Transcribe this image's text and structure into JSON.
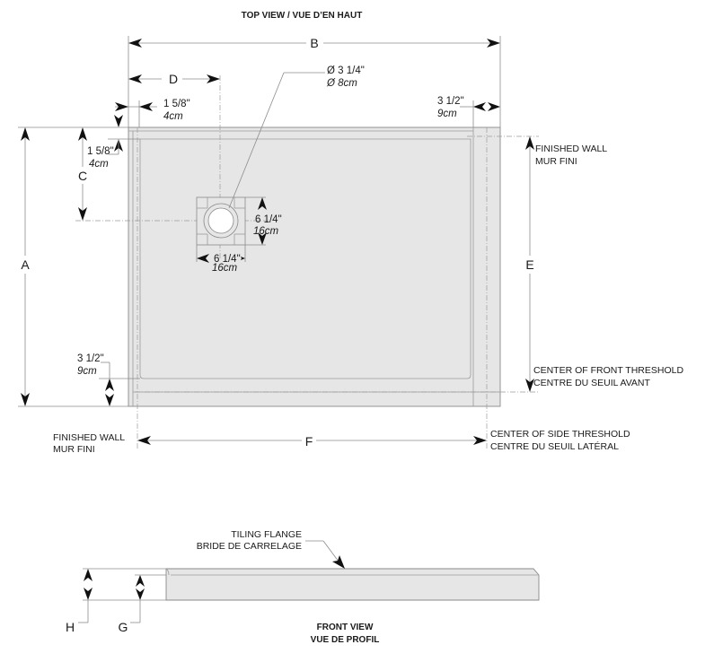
{
  "top_view": {
    "title": "TOP VIEW / VUE D’EN HAUT",
    "dims": {
      "A": "A",
      "B": "B",
      "C": "C",
      "D": "D",
      "E": "E",
      "F": "F"
    },
    "drain_diameter": {
      "imperial": "Ø 3 1/4\"",
      "metric": "Ø 8cm"
    },
    "flange_top": {
      "imperial": "1 5/8\"",
      "metric": "4cm"
    },
    "flange_left": {
      "imperial": "1 5/8\"",
      "metric": "4cm"
    },
    "threshold_right": {
      "imperial": "3 1/2\"",
      "metric": "9cm"
    },
    "threshold_bottom": {
      "imperial": "3 1/2\"",
      "metric": "9cm"
    },
    "drain_height": {
      "imperial": "6 1/4\"",
      "metric": "16cm"
    },
    "drain_width": {
      "imperial": "6 1/4\"",
      "metric": "16cm"
    },
    "finished_wall_right": {
      "en": "FINISHED WALL",
      "fr": "MUR FINI"
    },
    "finished_wall_bottom": {
      "en": "FINISHED WALL",
      "fr": "MUR FINI"
    },
    "front_threshold": {
      "en": "CENTER OF FRONT THRESHOLD",
      "fr": "CENTRE DU SEUIL AVANT"
    },
    "side_threshold": {
      "en": "CENTER OF SIDE THRESHOLD",
      "fr": "CENTRE DU SEUIL LATÉRAL"
    }
  },
  "front_view": {
    "title_en": "FRONT VIEW",
    "title_fr": "VUE DE PROFIL",
    "flange_en": "TILING FLANGE",
    "flange_fr": "BRIDE DE CARRELAGE",
    "dims": {
      "H": "H",
      "G": "G"
    }
  }
}
